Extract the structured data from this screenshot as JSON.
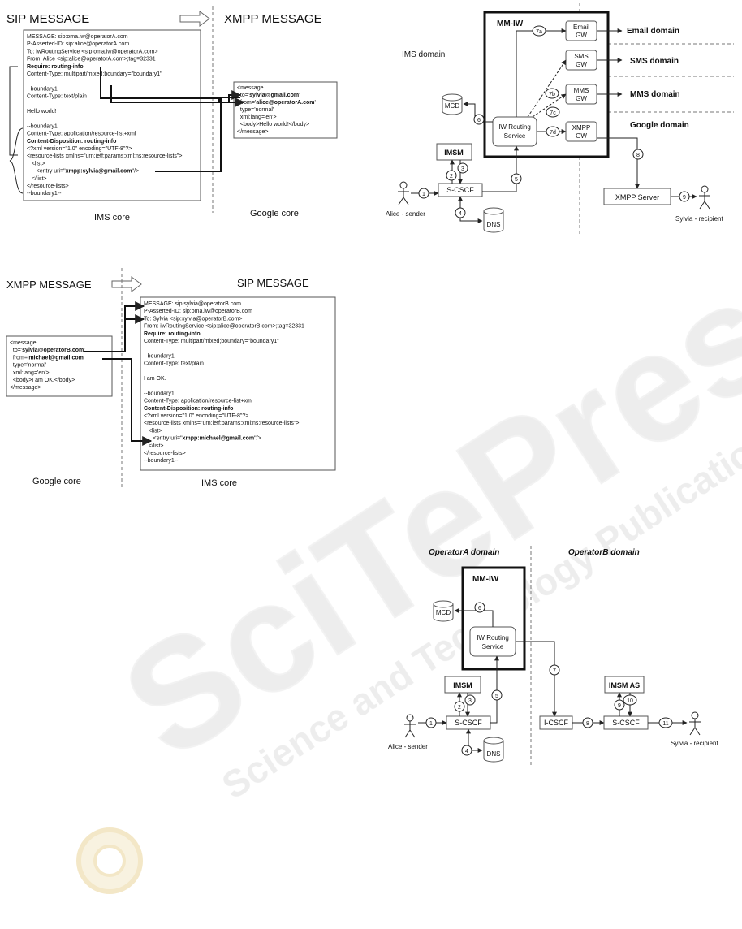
{
  "watermark": {
    "text": "SciTePress",
    "subtext": "Science and Technology Publications",
    "color": "#d8d8d8"
  },
  "fig1": {
    "left_title": "SIP MESSAGE",
    "right_title": "XMPP MESSAGE",
    "sip_lines": [
      {
        "t": "MESSAGE: sip:oma.iw@operatorA.com",
        "b": false
      },
      {
        "t": "P-Asserted-ID: sip:alice@operatorA.com",
        "b": false
      },
      {
        "t": "To: iwRoutingService <sip:oma.iw@operatorA.com>",
        "b": false
      },
      {
        "t": "From: Alice <sip:alice@operatorA.com>;tag=32331",
        "b": false
      },
      {
        "t": "Require: routing-info",
        "b": true
      },
      {
        "t": "Content-Type: multipart/mixed;boundary=\"boundary1\"",
        "b": false
      },
      {
        "t": "",
        "b": false
      },
      {
        "t": "--boundary1",
        "b": false
      },
      {
        "t": "Content-Type: text/plain",
        "b": false
      },
      {
        "t": "",
        "b": false
      },
      {
        "t": "Hello world!",
        "b": false
      },
      {
        "t": "",
        "b": false
      },
      {
        "t": "--boundary1",
        "b": false
      },
      {
        "t": "Content-Type: application/resource-list+xml",
        "b": false
      },
      {
        "t": "Content-Disposition: routing-info",
        "b": true
      },
      {
        "t": "<?xml version=\"1.0\" encoding=\"UTF-8\"?>",
        "b": false
      },
      {
        "t": "<resource-lists xmlns=\"urn:ietf:params:xml:ns:resource-lists\">",
        "b": false
      },
      {
        "t": "   <list>",
        "b": false
      },
      {
        "t": "      <entry uri=\"xmpp:sylvia@gmail.com\"/>",
        "b": false,
        "mixed": [
          "      <entry uri=\"",
          "xmpp:sylvia@gmail.com",
          "\"/>"
        ]
      },
      {
        "t": "   </list>",
        "b": false
      },
      {
        "t": "</resource-lists>",
        "b": false
      },
      {
        "t": "--boundary1--",
        "b": false
      }
    ],
    "xmpp_lines": [
      {
        "t": "<message",
        "mixed": null
      },
      {
        "t": "  to='sylvia@gmail.com'",
        "mixed": [
          "  to='",
          "sylvia@gmail.com",
          "'"
        ]
      },
      {
        "t": "  from='alice@operatorA.com'",
        "mixed": [
          "  from='",
          "alice@operatorA.com",
          "'"
        ]
      },
      {
        "t": "  type='normal'",
        "mixed": null
      },
      {
        "t": "  xml:lang='en'>",
        "mixed": null
      },
      {
        "t": "  <body>Hello world!</body>",
        "mixed": null
      },
      {
        "t": "</message>",
        "mixed": null
      }
    ],
    "left_caption": "IMS core",
    "right_caption": "Google core"
  },
  "fig2": {
    "left_title": "XMPP MESSAGE",
    "right_title": "SIP MESSAGE",
    "xmpp_lines": [
      {
        "t": "<message",
        "mixed": null
      },
      {
        "t": "  to='sylvia@operatorB.com'",
        "mixed": [
          "  to='",
          "sylvia@operatorB.com",
          "'"
        ]
      },
      {
        "t": "  from='michael@gmail.com'",
        "mixed": [
          "  from='",
          "michael@gmail.com",
          "'"
        ]
      },
      {
        "t": "  type='normal'",
        "mixed": null
      },
      {
        "t": "  xml:lang='en'>",
        "mixed": null
      },
      {
        "t": "  <body>I am OK.</body>",
        "mixed": null
      },
      {
        "t": "</message>",
        "mixed": null
      }
    ],
    "sip_lines": [
      {
        "t": "MESSAGE: sip:sylvia@operatorB.com",
        "b": false
      },
      {
        "t": "P-Asserted-ID: sip:oma.iw@operatorB.com",
        "b": false
      },
      {
        "t": "To: Sylvia <sip:sylvia@operatorB.com>",
        "b": false
      },
      {
        "t": "From: iwRoutingService <sip:alice@operatorB.com>;tag=32331",
        "b": false
      },
      {
        "t": "Require: routing-info",
        "b": true
      },
      {
        "t": "Content-Type: multipart/mixed;boundary=\"boundary1\"",
        "b": false
      },
      {
        "t": "",
        "b": false
      },
      {
        "t": "--boundary1",
        "b": false
      },
      {
        "t": "Content-Type: text/plain",
        "b": false
      },
      {
        "t": "",
        "b": false
      },
      {
        "t": "I am OK.",
        "b": false
      },
      {
        "t": "",
        "b": false
      },
      {
        "t": "--boundary1",
        "b": false
      },
      {
        "t": "Content-Type: application/resource-list+xml",
        "b": false
      },
      {
        "t": "Content-Disposition: routing-info",
        "b": true
      },
      {
        "t": "<?xml version=\"1.0\" encoding=\"UTF-8\"?>",
        "b": false
      },
      {
        "t": "<resource-lists xmlns=\"urn:ietf:params:xml:ns:resource-lists\">",
        "b": false
      },
      {
        "t": "   <list>",
        "b": false
      },
      {
        "t": "      <entry uri=\"xmpp:michael@gmail.com\"/>",
        "b": false,
        "mixed": [
          "      <entry uri=\"",
          "xmpp:michael@gmail.com",
          "\"/>"
        ]
      },
      {
        "t": "   </list>",
        "b": false
      },
      {
        "t": "</resource-lists>",
        "b": false
      },
      {
        "t": "--boundary1--",
        "b": false
      }
    ],
    "left_caption": "Google core",
    "right_caption": "IMS core"
  },
  "fig3": {
    "mmiw": "MM-IW",
    "ims_domain": "IMS domain",
    "email_gw": [
      "Email",
      "GW"
    ],
    "sms_gw": [
      "SMS",
      "GW"
    ],
    "mms_gw": [
      "MMS",
      "GW"
    ],
    "xmpp_gw": [
      "XMPP",
      "GW"
    ],
    "email_domain": "Email domain",
    "sms_domain": "SMS domain",
    "mms_domain": "MMS domain",
    "google_domain": "Google domain",
    "mcd": "MCD",
    "iw_routing": [
      "IW Routing",
      "Service"
    ],
    "imsm": "IMSM",
    "scscf": "S-CSCF",
    "dns": "DNS",
    "xmpp_server": "XMPP Server",
    "alice": "Alice - sender",
    "sylvia": "Sylvia - recipient",
    "steps": [
      "1",
      "2",
      "3",
      "4",
      "5",
      "6",
      "7a",
      "7b",
      "7c",
      "7d",
      "8",
      "9"
    ]
  },
  "fig4": {
    "operatorA": "OperatorA  domain",
    "operatorB": "OperatorB  domain",
    "mmiw": "MM-IW",
    "mcd": "MCD",
    "iw_routing": [
      "IW Routing",
      "Service"
    ],
    "imsm": "IMSM",
    "imsm_as": "IMSM AS",
    "scscf_a": "S-CSCF",
    "icscf": "I-CSCF",
    "scscf_b": "S-CSCF",
    "dns": "DNS",
    "alice": "Alice - sender",
    "sylvia": "Sylvia - recipient",
    "steps": [
      "1",
      "2",
      "3",
      "4",
      "5",
      "6",
      "7",
      "8",
      "9",
      "10",
      "11"
    ]
  }
}
